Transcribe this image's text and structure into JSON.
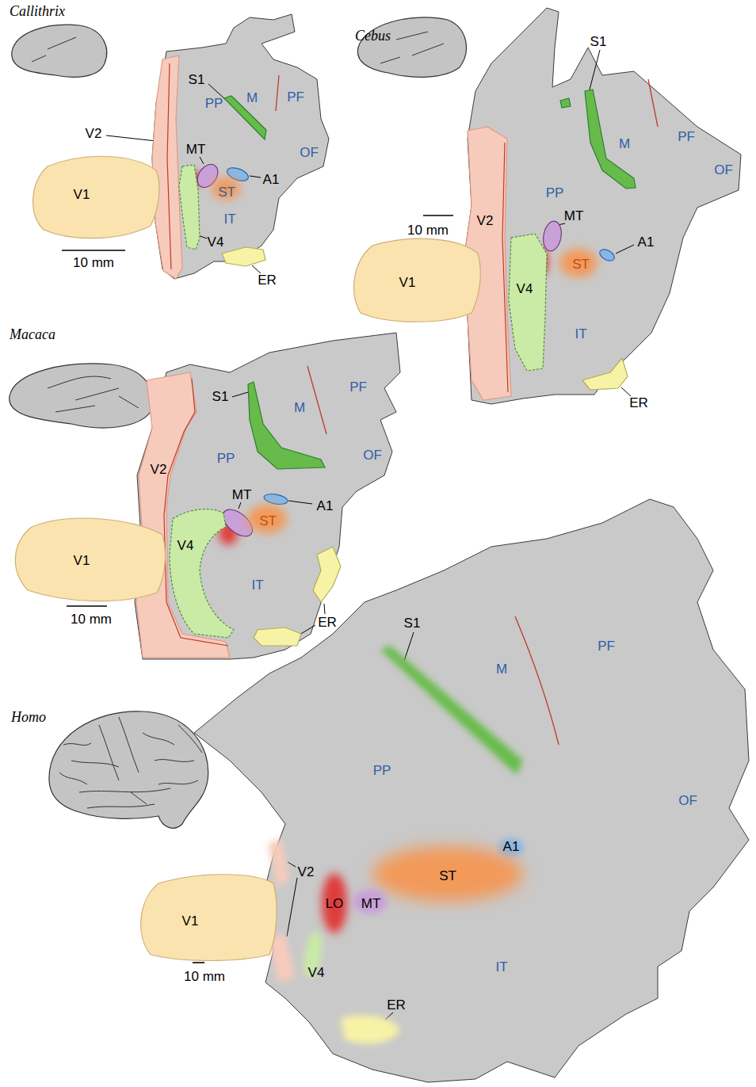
{
  "diagram": {
    "nodes": [
      {
        "text": [
          "S1"
        ]
      },
      {
        "text": [
          "V2"
        ]
      },
      {
        "text": [
          "MT"
        ]
      },
      {
        "text": [
          "A1"
        ]
      },
      {
        "text": [
          "ST"
        ]
      },
      {
        "text": [
          "V1"
        ]
      },
      {
        "text": [
          "V4"
        ]
      },
      {
        "text": [
          "ER"
        ]
      },
      {
        "text": [
          "S1"
        ]
      },
      {
        "text": [
          "V2"
        ]
      },
      {
        "text": [
          "MT"
        ]
      },
      {
        "text": [
          "A1"
        ]
      },
      {
        "text": [
          "V1"
        ]
      },
      {
        "text": [
          "ST"
        ]
      },
      {
        "text": [
          "V4"
        ]
      },
      {
        "text": [
          "ER"
        ]
      },
      {
        "text": [
          "S1"
        ]
      },
      {
        "text": [
          "V2"
        ]
      },
      {
        "text": [
          "MT"
        ]
      },
      {
        "text": [
          "A1"
        ]
      },
      {
        "text": [
          "ST"
        ]
      },
      {
        "text": [
          "V1"
        ]
      },
      {
        "text": [
          "V4"
        ]
      },
      {
        "text": [
          "ER"
        ]
      },
      {
        "text": [
          "S1"
        ]
      },
      {
        "text": [
          "A1"
        ]
      },
      {
        "text": [
          "ST"
        ]
      },
      {
        "text": [
          "V2"
        ]
      },
      {
        "text": [
          "LO"
        ]
      },
      {
        "text": [
          "MT"
        ]
      },
      {
        "text": [
          "V1"
        ]
      },
      {
        "text": [
          "V4"
        ]
      },
      {
        "text": [
          "ER"
        ]
      }
    ],
    "labels": [
      "Callithrix",
      "PP",
      "M",
      "PF",
      "OF",
      "IT",
      "10 mm",
      "Cebus",
      "M",
      "PF",
      "PP",
      "OF",
      "10 mm",
      "IT",
      "Macaca",
      "PP",
      "M",
      "PF",
      "OF",
      "IT",
      "10 mm",
      "Homo",
      "PF",
      "M",
      "PP",
      "OF",
      "IT",
      "10 mm"
    ]
  }
}
